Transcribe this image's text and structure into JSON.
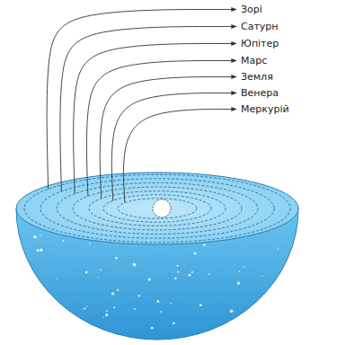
{
  "diagram": {
    "labels": [
      "Зорі",
      "Сатурн",
      "Юпітер",
      "Марс",
      "Земля",
      "Венера",
      "Меркурій"
    ]
  }
}
